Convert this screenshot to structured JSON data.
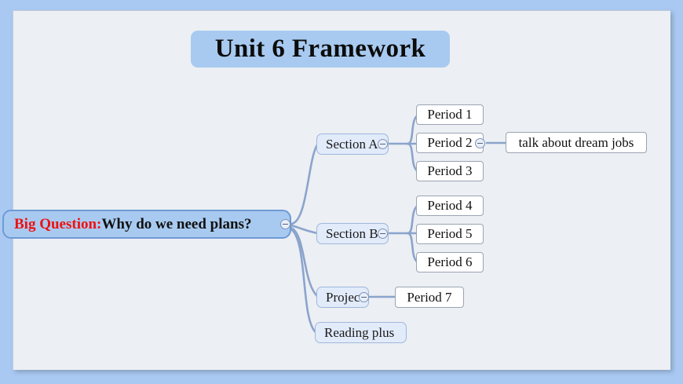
{
  "slide": {
    "title": "Unit 6 Framework",
    "frame_color": "#a9c9f2",
    "panel_color": "#eceff3",
    "title_box_color": "#a8caf0",
    "branch_fill": "#e2ebfa",
    "branch_border": "#9fb7dc",
    "leaf_fill": "#ffffff",
    "leaf_border": "#9aa4b4",
    "connector_color": "#8ba4cc",
    "accent_red": "#ee1111"
  },
  "mindmap": {
    "root": {
      "label_red": "Big Question:",
      "label_black": "Why do we need plans?",
      "collapse_icon": "minus-circle-icon"
    },
    "branches": [
      {
        "id": "section-a",
        "label": "Section A:",
        "collapse_icon": "minus-circle-icon",
        "children": [
          {
            "id": "period-1",
            "label": "Period 1"
          },
          {
            "id": "period-2",
            "label": "Period 2",
            "collapse_icon": "minus-circle-icon",
            "children": [
              {
                "id": "dream-jobs",
                "label": "talk about dream jobs"
              }
            ]
          },
          {
            "id": "period-3",
            "label": "Period 3"
          }
        ]
      },
      {
        "id": "section-b",
        "label": "Section B:",
        "collapse_icon": "minus-circle-icon",
        "children": [
          {
            "id": "period-4",
            "label": "Period 4"
          },
          {
            "id": "period-5",
            "label": "Period 5"
          },
          {
            "id": "period-6",
            "label": "Period 6"
          }
        ]
      },
      {
        "id": "project",
        "label": "Project",
        "collapse_icon": "minus-circle-icon",
        "children": [
          {
            "id": "period-7",
            "label": "Period 7"
          }
        ]
      },
      {
        "id": "reading-plus",
        "label": "Reading plus",
        "children": []
      }
    ]
  }
}
